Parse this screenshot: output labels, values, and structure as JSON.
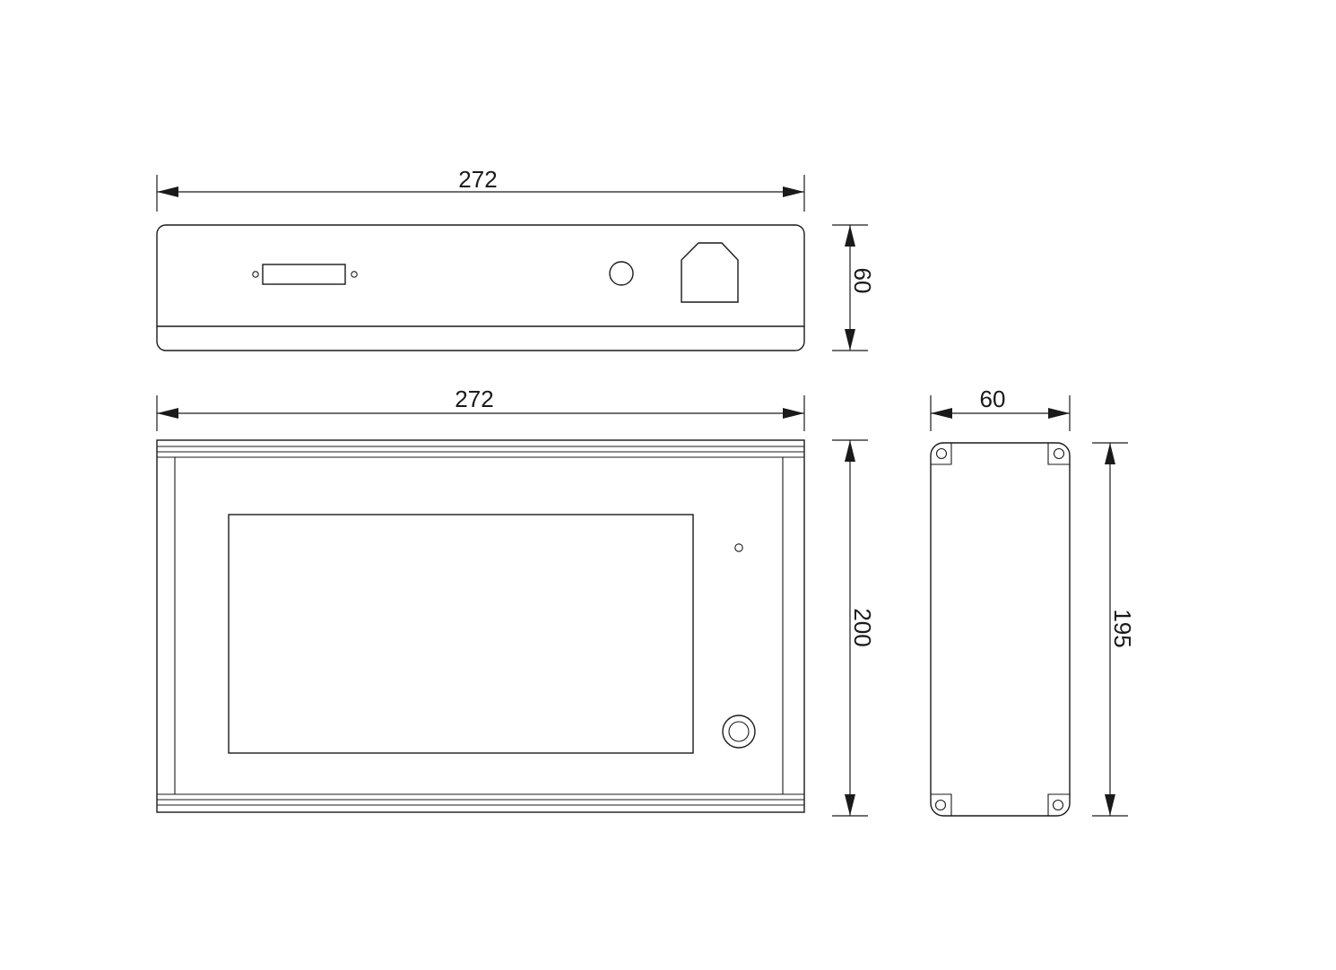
{
  "dimensions": {
    "top_view_width": "272",
    "top_view_height": "60",
    "front_view_width": "272",
    "front_view_height": "200",
    "side_view_width": "60",
    "side_view_height": "195"
  },
  "colors": {
    "line": "#1a1a1a",
    "background": "#ffffff"
  }
}
